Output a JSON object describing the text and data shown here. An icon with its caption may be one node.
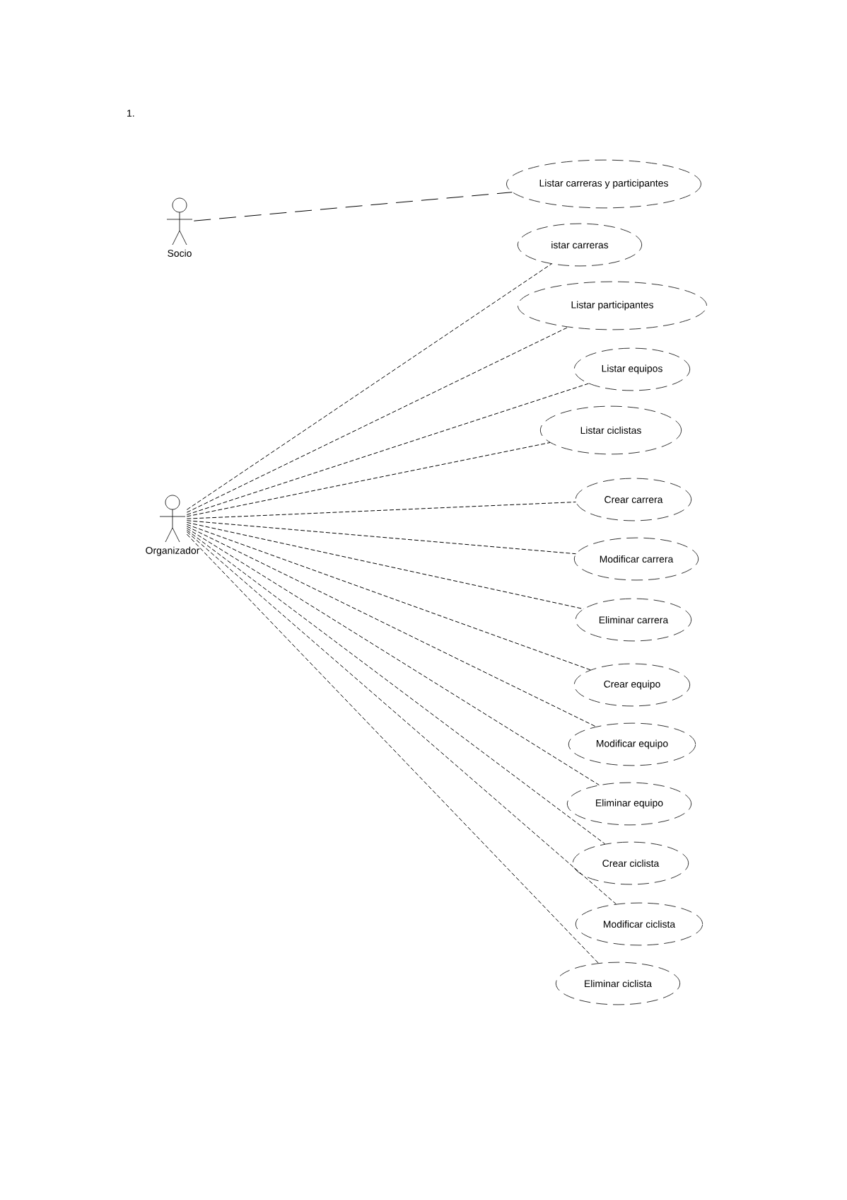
{
  "diagram": {
    "nodes": [
      {
        "text": [
          "Socio"
        ]
      },
      {
        "text": [
          "Organizador"
        ]
      },
      {
        "text": [
          "Listar carreras y participantes"
        ]
      },
      {
        "text": [
          "istar carreras"
        ]
      },
      {
        "text": [
          "Listar participantes"
        ]
      },
      {
        "text": [
          "Listar equipos"
        ]
      },
      {
        "text": [
          "Listar ciclistas"
        ]
      },
      {
        "text": [
          "Crear carrera"
        ]
      },
      {
        "text": [
          "Modificar carrera"
        ]
      },
      {
        "text": [
          "Eliminar carrera"
        ]
      },
      {
        "text": [
          "Crear equipo"
        ]
      },
      {
        "text": [
          "Modificar equipo"
        ]
      },
      {
        "text": [
          "Eliminar equipo"
        ]
      },
      {
        "text": [
          "Crear ciclista"
        ]
      },
      {
        "text": [
          "Modificar ciclista"
        ]
      },
      {
        "text": [
          "Eliminar ciclista"
        ]
      }
    ],
    "edges": [
      {
        "from": 0,
        "to": 2,
        "arrow": "none",
        "style": "dashed"
      },
      {
        "from": 1,
        "to": 3,
        "arrow": "none",
        "style": "dashed"
      },
      {
        "from": 1,
        "to": 4,
        "arrow": "none",
        "style": "dashed"
      },
      {
        "from": 1,
        "to": 5,
        "arrow": "none",
        "style": "dashed"
      },
      {
        "from": 1,
        "to": 6,
        "arrow": "none",
        "style": "dashed"
      },
      {
        "from": 1,
        "to": 7,
        "arrow": "none",
        "style": "dashed"
      },
      {
        "from": 1,
        "to": 8,
        "arrow": "none",
        "style": "dashed"
      },
      {
        "from": 1,
        "to": 9,
        "arrow": "none",
        "style": "dashed"
      },
      {
        "from": 1,
        "to": 10,
        "arrow": "none",
        "style": "dashed"
      },
      {
        "from": 1,
        "to": 11,
        "arrow": "none",
        "style": "dashed"
      },
      {
        "from": 1,
        "to": 12,
        "arrow": "none",
        "style": "dashed"
      },
      {
        "from": 1,
        "to": 13,
        "arrow": "none",
        "style": "dashed"
      },
      {
        "from": 1,
        "to": 14,
        "arrow": "none",
        "style": "dashed"
      },
      {
        "from": 1,
        "to": 15,
        "arrow": "none",
        "style": "dashed"
      }
    ],
    "labels": [
      "1."
    ]
  }
}
